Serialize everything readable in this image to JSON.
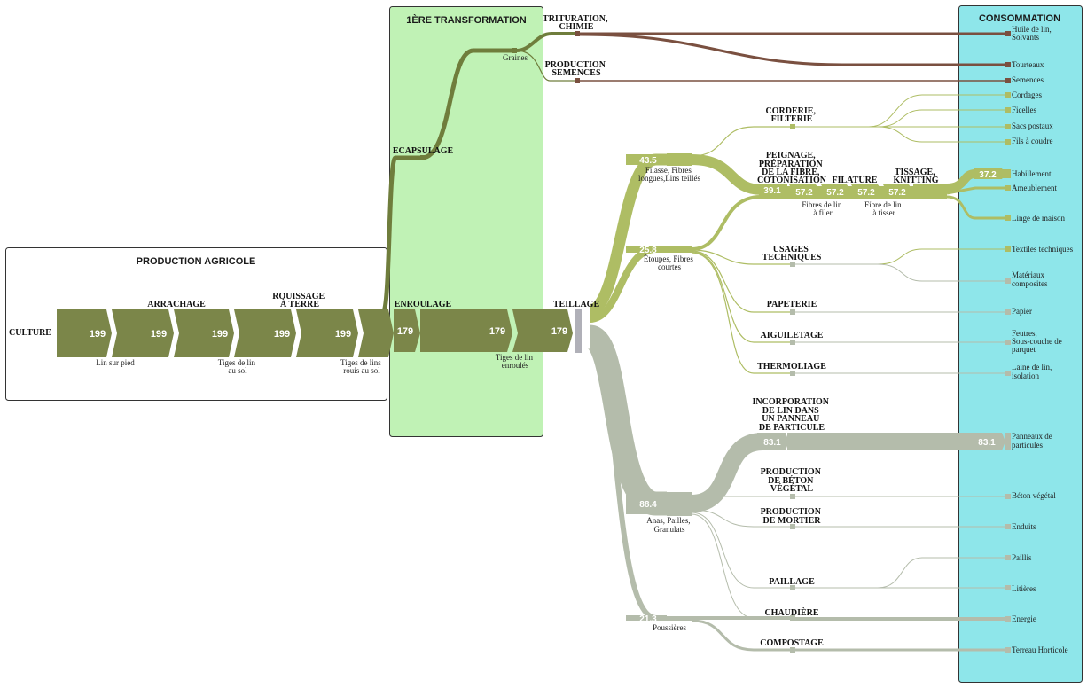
{
  "zones": {
    "agri": "PRODUCTION AGRICOLE",
    "first": "1ÈRE TRANSFORMATION",
    "conso": "CONSOMMATION"
  },
  "processes": {
    "culture": "CULTURE",
    "arrachage": "ARRACHAGE",
    "rouissage": [
      "ROUISSAGE",
      "À TERRE"
    ],
    "enroulage": "ENROULAGE",
    "ecapsulage": "ECAPSULAGE",
    "trituration": [
      "TRITURATION,",
      "CHIMIE"
    ],
    "semences": [
      "PRODUCTION",
      "SEMENCES"
    ],
    "teillage": "TEILLAGE",
    "corderie": [
      "CORDERIE,",
      "FILTERIE"
    ],
    "peignage": [
      "PEIGNAGE,",
      "PRÉPARATION",
      "DE LA FIBRE,",
      "COTONISATION"
    ],
    "filature": "FILATURE",
    "tissage": [
      "TISSAGE,",
      "KNITTING"
    ],
    "usages": [
      "USAGES",
      "TECHNIQUES"
    ],
    "papeterie": "PAPETERIE",
    "aiguilletage": "AIGUILETAGE",
    "thermoliage": "THERMOLIAGE",
    "incorporation": [
      "INCORPORATION",
      "DE LIN DANS",
      "UN PANNEAU",
      "DE PARTICULE"
    ],
    "beton": [
      "PRODUCTION",
      "DE BÉTON",
      "VÉGÉTAL"
    ],
    "mortier": [
      "PRODUCTION",
      "DE MORTIER"
    ],
    "paillage": "PAILLAGE",
    "chaudiere": "CHAUDIÈRE",
    "compostage": "COMPOSTAGE"
  },
  "products": {
    "lin_sur_pied": "Lin sur pied",
    "tiges_sol": [
      "Tiges de lin",
      "au sol"
    ],
    "tiges_rouis": [
      "Tiges de lins",
      "rouis au sol"
    ],
    "tiges_enroules": [
      "Tiges de lin",
      "enroulés"
    ],
    "graines": "Graines",
    "filasse": [
      "Filasse, Fibres",
      "longues,Lins teillés"
    ],
    "etoupes": [
      "Étoupes, Fibres",
      "courtes"
    ],
    "anas": [
      "Anas, Pailles,",
      "Granulats"
    ],
    "poussieres": "Poussières",
    "fibres_filer": [
      "Fibres de lin",
      "à filer"
    ],
    "fibre_tisser": [
      "Fibre de lin",
      "à tisser"
    ]
  },
  "consumption": {
    "huile": [
      "Huile de lin,",
      "Solvants"
    ],
    "tourteaux": "Tourteaux",
    "semences": "Semences",
    "cordages": "Cordages",
    "ficelles": "Ficelles",
    "sacs": "Sacs postaux",
    "fils": "Fils à coudre",
    "habillement": "Habillement",
    "ameublement": "Ameublement",
    "linge": "Linge de maison",
    "textiles_tech": "Textiles techniques",
    "materiaux": [
      "Matériaux",
      "composites"
    ],
    "papier": "Papier",
    "feutres": [
      "Feutres,",
      "Sous-couche de",
      "parquet"
    ],
    "laine": [
      "Laine de lin,",
      "isolation"
    ],
    "panneaux": [
      "Panneaux de",
      "particules"
    ],
    "beton": "Béton végétal",
    "enduits": "Enduits",
    "paillis": "Paillis",
    "litieres": "Litières",
    "energie": "Energie",
    "terreau": "Terreau Horticole"
  },
  "values": {
    "culture": [
      "199",
      "199",
      "199",
      "199",
      "199"
    ],
    "enroulage": [
      "179",
      "179"
    ],
    "teillage": "179",
    "filasse": "43.5",
    "etoupes": "25.8",
    "anas": "88.4",
    "poussieres": "21.3",
    "peignage": "39.1",
    "fibres": [
      "57.2",
      "57.2",
      "57.2",
      "57.2"
    ],
    "habillement": "37.2",
    "panneau_in": "83.1",
    "panneau_out": "83.1"
  },
  "colors": {
    "culture": "#7b8649",
    "graines": "#6f7d3c",
    "oil": "#7a5040",
    "fibre": "#aebd64",
    "fibre_light": "#c5cf8c",
    "anas": "#b4bcab",
    "teillage": "#b0b0b8",
    "zone_first": "#c0f2b5",
    "zone_conso": "#8ee6ea"
  }
}
